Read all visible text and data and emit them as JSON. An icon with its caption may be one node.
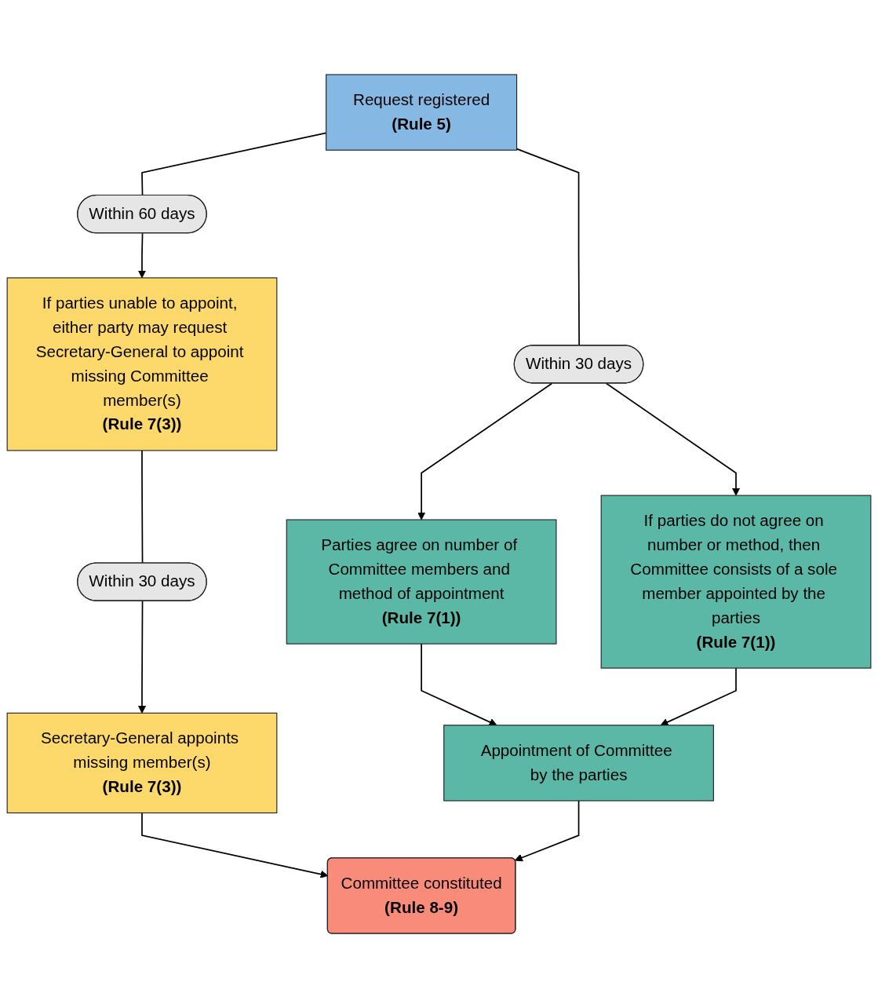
{
  "diagram": {
    "nodes": [
      {
        "text": [
          "Request registered",
          "(Rule 5)"
        ]
      },
      {
        "text": [
          "Within 30 days"
        ]
      },
      {
        "text": [
          "Parties agree on number of Committee members and method of appointment",
          "(Rule 7(1))"
        ]
      },
      {
        "text": [
          "If parties do not agree on number or method, then Committee consists of a sole member appointed by the parties",
          "(Rule 7(1))"
        ]
      },
      {
        "text": [
          "Appointment of Committee by the parties"
        ]
      },
      {
        "text": [
          "Within 60 days"
        ]
      },
      {
        "text": [
          "If parties unable to appoint, either party may request Secretary-General to appoint missing Committee member(s)",
          "(Rule 7(3))"
        ]
      },
      {
        "text": [
          "Within 30 days"
        ]
      },
      {
        "text": [
          "Secretary-General appoints missing member(s)",
          "(Rule 7(3))"
        ]
      },
      {
        "text": [
          "Committee constituted",
          "(Rule 8-9)"
        ]
      }
    ],
    "edges": [
      {
        "from": 0,
        "to": 1,
        "arrow": "none"
      },
      {
        "from": 1,
        "to": 2,
        "arrow": "to"
      },
      {
        "from": 1,
        "to": 3,
        "arrow": "to"
      },
      {
        "from": 2,
        "to": 4,
        "arrow": "to"
      },
      {
        "from": 3,
        "to": 4,
        "arrow": "to"
      },
      {
        "from": 0,
        "to": 5,
        "arrow": "none"
      },
      {
        "from": 5,
        "to": 6,
        "arrow": "to"
      },
      {
        "from": 6,
        "to": 7,
        "arrow": "none"
      },
      {
        "from": 7,
        "to": 8,
        "arrow": "to"
      },
      {
        "from": 8,
        "to": 9,
        "arrow": "to"
      },
      {
        "from": 4,
        "to": 9,
        "arrow": "to"
      }
    ]
  }
}
